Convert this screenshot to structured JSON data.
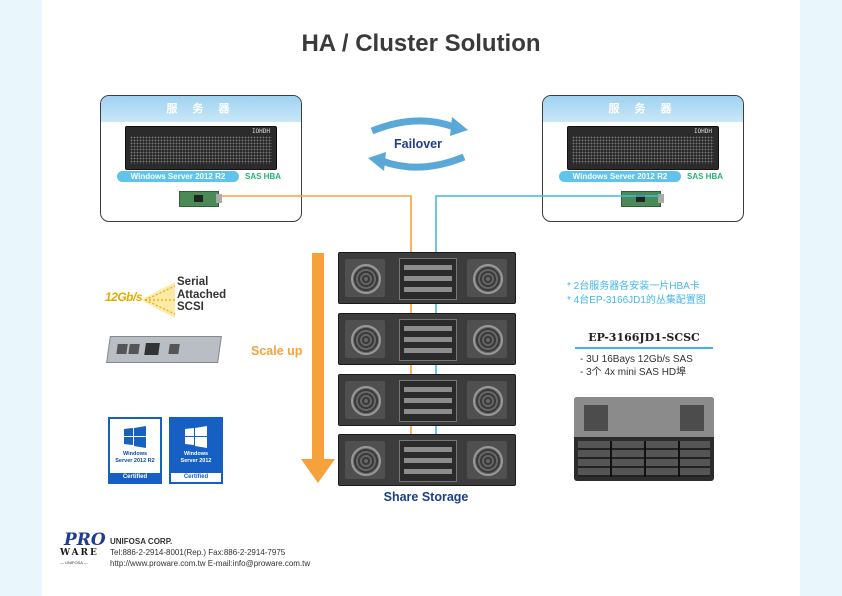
{
  "page": {
    "title": "HA / Cluster Solution"
  },
  "servers": [
    {
      "header": "服 务 器",
      "os": "Windows Server 2012 R2",
      "hba": "SAS HBA",
      "brand": "IOHDH"
    },
    {
      "header": "服 务 器",
      "os": "Windows Server 2012 R2",
      "hba": "SAS HBA",
      "brand": "IOHDH"
    }
  ],
  "failover": {
    "label": "Failover"
  },
  "storage": {
    "label": "Share Storage",
    "scale_label": "Scale up",
    "unit_count": 4
  },
  "notes": [
    "* 2台服务器各安装一片HBA卡",
    "* 4台EP-3166JD1的丛集配置图"
  ],
  "product": {
    "model": "EP-3166JD1-SCSC",
    "specs": [
      "- 3U 16Bays 12Gb/s SAS",
      "- 3个 4x mini SAS HD埠"
    ]
  },
  "sas_logo": {
    "badge": "12Gb/s",
    "words": [
      "Serial",
      "Attached",
      "SCSI"
    ]
  },
  "certifications": [
    {
      "line1": "Windows",
      "line2": "Server 2012 R2",
      "band": "Certified"
    },
    {
      "line1": "Windows",
      "line2": "Server 2012",
      "band": "Certified"
    }
  ],
  "footer": {
    "logo_top": "PRO",
    "logo_bottom": "WARE",
    "logo_sub": "— UNIFOSA —",
    "company": "UNIFOSA CORP.",
    "phone": "Tel:886-2-2914-8001(Rep.) Fax:886-2-2914-7975",
    "web": "http://www.proware.com.tw E-mail:info@proware.com.tw"
  },
  "colors": {
    "accent": "#f7a13a",
    "blue": "#44b7e8",
    "title": "#3a3a3a",
    "navy": "#1a3f8c"
  }
}
